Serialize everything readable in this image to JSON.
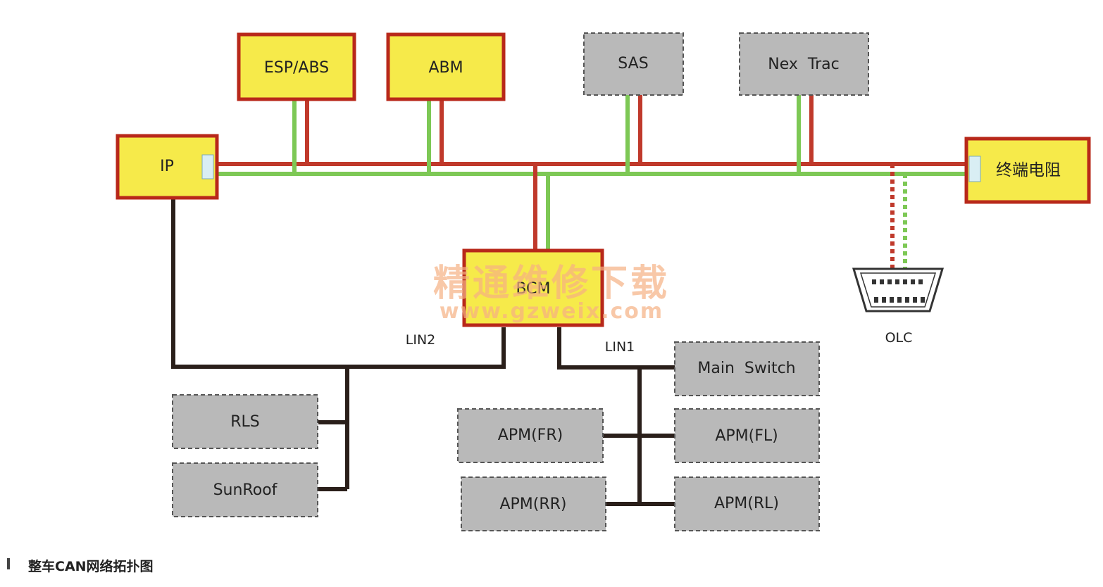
{
  "diagram": {
    "nodes": {
      "esp_abs": "ESP/ABS",
      "abm": "ABM",
      "sas": "SAS",
      "nex_trac": "Nex  Trac",
      "ip": "IP",
      "terminal": "终端电阻",
      "bcm": "BCM",
      "olc": "OLC",
      "main_switch": "Main  Switch",
      "rls": "RLS",
      "sunroof": "SunRoof",
      "apm_fr": "APM(FR)",
      "apm_fl": "APM(FL)",
      "apm_rr": "APM(RR)",
      "apm_rl": "APM(RL)"
    },
    "bus_labels": {
      "lin1": "LIN1",
      "lin2": "LIN2"
    },
    "watermark": {
      "line1": "精通维修下载",
      "line2": "www.gzweix.com"
    },
    "colors": {
      "can_high": "#c0392b",
      "can_low": "#7dc855",
      "lin": "#2a1f1a",
      "yellow_node": "#f6ea4a",
      "node_border": "#b8281a",
      "gray_node": "#b9b9b9"
    }
  },
  "caption": "整车CAN网络拓扑图"
}
